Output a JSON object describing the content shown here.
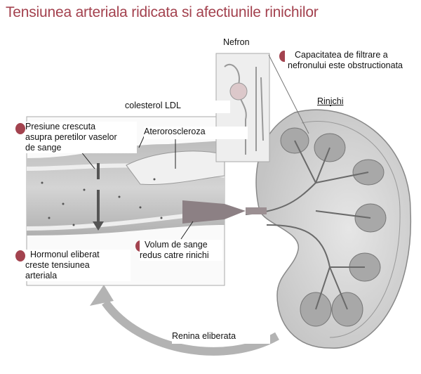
{
  "title": "Tensiunea arteriala ridicata si afectiunile rinichilor",
  "labels": {
    "nefron": "Nefron",
    "capacitatea": [
      "Capacitatea  de filtrare a",
      "nefronului este obstructionata"
    ],
    "rinichi": "Rinichi",
    "colesterol": "colesterol LDL",
    "presiune": [
      "Presiune crescuta",
      "asupra peretilor vaselor",
      "de sange"
    ],
    "ateroscleroza": "Ateroroscleroza",
    "hormonul": [
      "Hormonul eliberat",
      "creste tensiunea",
      "arteriala"
    ],
    "volum": [
      "Volum de sange",
      "redus catre rinichi"
    ],
    "renina": "Renina eliberata"
  },
  "colors": {
    "accent": "#a3434f",
    "title": "#a3414e"
  }
}
